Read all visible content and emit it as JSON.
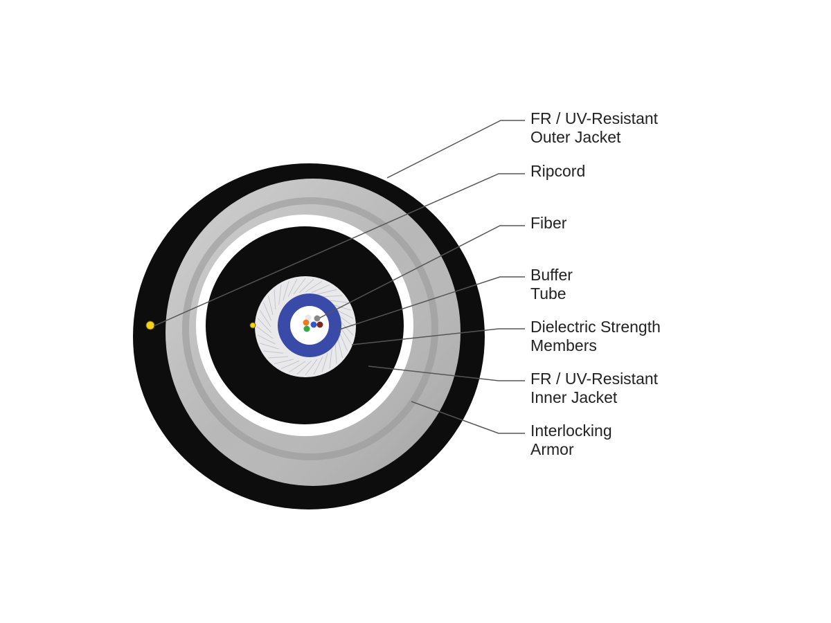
{
  "labels": [
    {
      "name": "outer-jacket",
      "lines": [
        "FR / UV-Resistant",
        "Outer Jacket"
      ]
    },
    {
      "name": "ripcord",
      "lines": [
        "Ripcord"
      ]
    },
    {
      "name": "fiber",
      "lines": [
        "Fiber"
      ]
    },
    {
      "name": "buffer-tube",
      "lines": [
        "Buffer",
        "Tube"
      ]
    },
    {
      "name": "dielectric-strength-members",
      "lines": [
        "Dielectric Strength",
        "Members"
      ]
    },
    {
      "name": "inner-jacket",
      "lines": [
        "FR / UV-Resistant",
        "Inner Jacket"
      ]
    },
    {
      "name": "interlocking-armor",
      "lines": [
        "Interlocking",
        "Armor"
      ]
    }
  ],
  "colors": {
    "jacket": "#0d0d0d",
    "armor": "#b8b8b8",
    "buffer_tube": "#3a4aa8",
    "strength_members": "#e9e9ec",
    "ripcord": "#f2d21c",
    "leader_line": "#555555",
    "text": "#222222"
  },
  "fiber_colors": [
    "#e8e8e8",
    "#888888",
    "#f07a20",
    "#3355cc",
    "#7a2a20",
    "#33aa44"
  ]
}
